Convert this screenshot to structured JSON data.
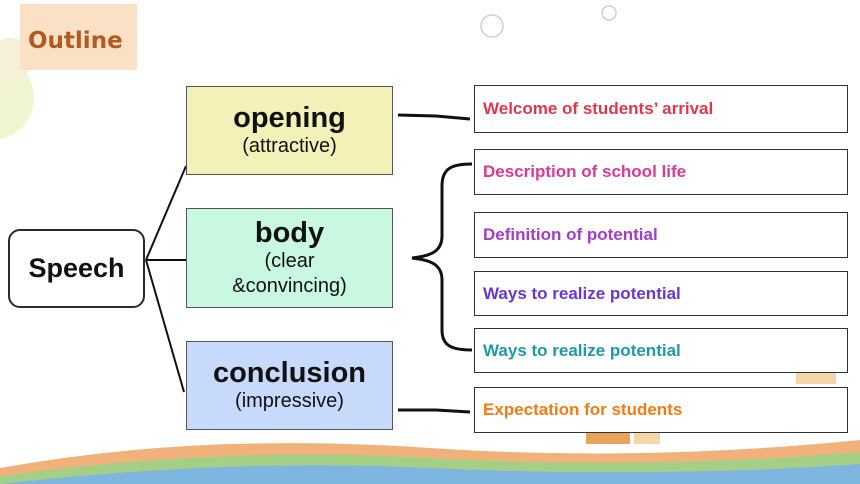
{
  "outline_tag": "Outline",
  "root": {
    "label": "Speech"
  },
  "sections": [
    {
      "title": "opening",
      "subtitle": "(attractive)",
      "color": "#f3f1b8"
    },
    {
      "title": "body",
      "subtitle": "(clear &convincing)",
      "color": "#c8f9e0"
    },
    {
      "title": "conclusion",
      "subtitle": "(impressive)",
      "color": "#c7dafc"
    }
  ],
  "points": [
    {
      "text": "Welcome of students’ arrival",
      "color": "#e0384a"
    },
    {
      "text": "Description of school life",
      "color": "#d93a93"
    },
    {
      "text": "Definition of potential",
      "color": "#a23ccd"
    },
    {
      "text": "Ways to realize potential",
      "color": "#6a37d6"
    },
    {
      "text": "Ways to realize potential",
      "color": "#1d9aaa"
    },
    {
      "text": "Expectation for students",
      "color": "#f07d12"
    }
  ]
}
